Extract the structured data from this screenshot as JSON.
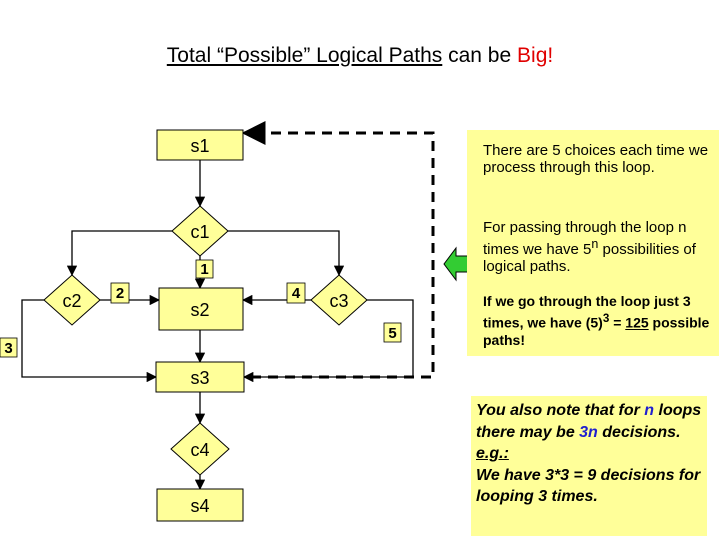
{
  "title": {
    "part1": "Total “Possible” Logical Paths",
    "part2": " can be ",
    "part3": "Big!"
  },
  "flow": {
    "s1": "s1",
    "c1": "c1",
    "c2": "c2",
    "s2": "s2",
    "c3": "c3",
    "s3": "s3",
    "c4": "c4",
    "s4": "s4",
    "edge_labels": {
      "e1": "1",
      "e2": "2",
      "e3": "3",
      "e4": "4",
      "e5": "5"
    }
  },
  "notes": {
    "p1": "There are 5 choices each time we process through this loop.",
    "p2_text": "For passing through the loop n times we have 5",
    "p2_sup": "n",
    "p2_end": " possibilities of logical paths.",
    "p3_a": "If we go through the loop just 3 times, we have (5)",
    "p3_sup": "3",
    "p3_b": " = ",
    "p3_num": "125",
    "p3_c": " possible paths!",
    "p4_a": "You also note that for ",
    "p4_n": "n",
    "p4_b": " loops there may be ",
    "p4_3n": "3n",
    "p4_c": " decisions.",
    "p4_eg": "e.g.:",
    "p4_d": "We have 3*3 = 9 decisions for looping 3 times."
  },
  "colors": {
    "box_fill": "#ffff99",
    "arrow_green": "#33cc33",
    "title_red": "#e00000",
    "accent_blue": "#1f1fcf"
  }
}
